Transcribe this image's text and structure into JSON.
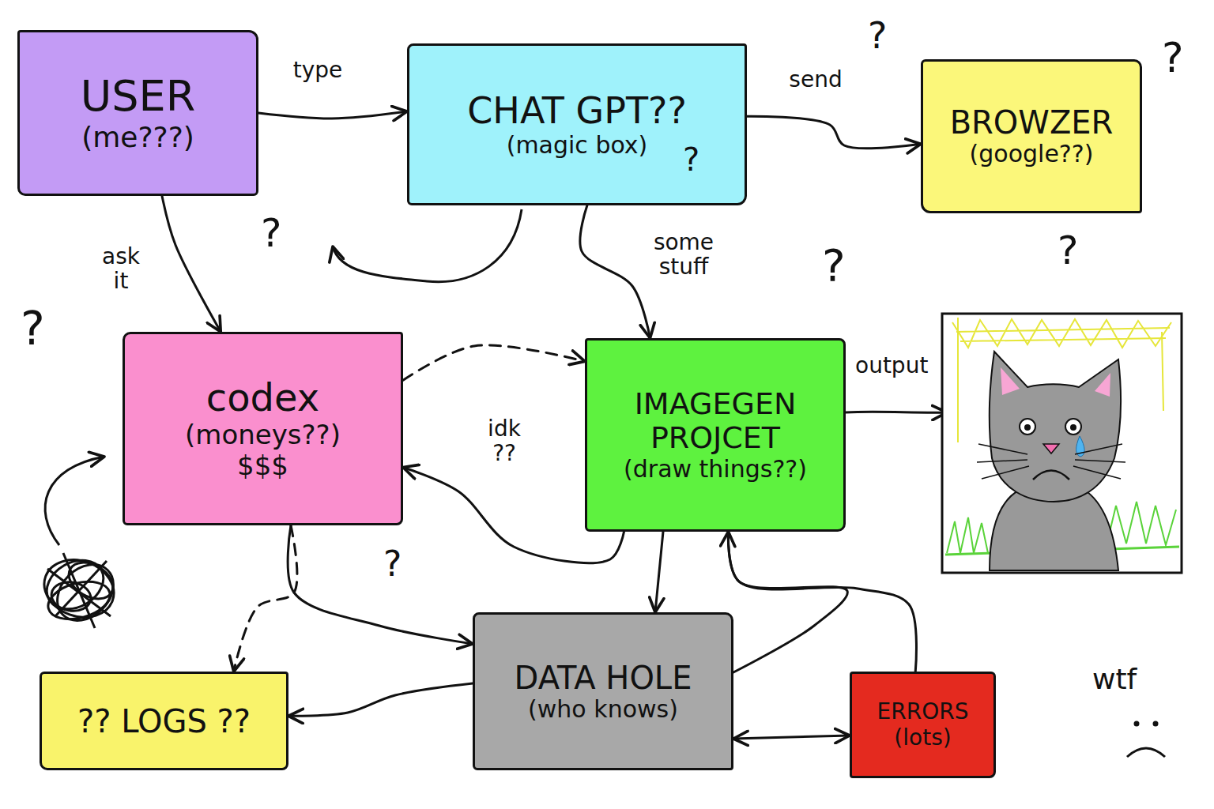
{
  "diagram": {
    "nodes": [
      {
        "text": [
          "USER",
          "(me???)"
        ]
      },
      {
        "text": [
          "CHAT GPT??",
          "(magic box)"
        ]
      },
      {
        "text": [
          "BROWZER",
          "(google??)"
        ]
      },
      {
        "text": [
          "codex",
          "(moneys??)",
          "$$$"
        ]
      },
      {
        "text": [
          "IMAGEGEN PROJCET",
          "(draw things??)"
        ]
      },
      {
        "text": [
          "?? LOGS ??"
        ]
      },
      {
        "text": [
          "DATA HOLE",
          "(who knows)"
        ]
      },
      {
        "text": [
          "ERRORS",
          "(lots)"
        ]
      }
    ],
    "edges": [
      {
        "from": 0,
        "to": 1,
        "label": "type",
        "arrow": "to"
      },
      {
        "from": 1,
        "to": 2,
        "label": "send",
        "arrow": "to"
      },
      {
        "from": 0,
        "to": 3,
        "label": "ask it",
        "arrow": "to"
      },
      {
        "from": 1,
        "to": 4,
        "label": "some stuff",
        "arrow": "to"
      },
      {
        "from": 3,
        "to": 4,
        "arrow": "to"
      },
      {
        "from": 4,
        "to": 3,
        "label": "idk ??",
        "arrow": "to"
      },
      {
        "from": 4,
        "to": 6,
        "arrow": "to"
      },
      {
        "from": 3,
        "to": 6,
        "arrow": "to"
      },
      {
        "from": 3,
        "to": 5,
        "arrow": "to"
      },
      {
        "from": 6,
        "to": 5,
        "arrow": "to"
      },
      {
        "from": 6,
        "to": 7,
        "arrow": "both"
      },
      {
        "from": 7,
        "to": 4,
        "arrow": "to"
      },
      {
        "from": 6,
        "to": 4,
        "arrow": "none"
      }
    ],
    "labels": [
      "?",
      "?",
      "?",
      "?",
      "?",
      "?",
      "?",
      "?",
      "output",
      "wtf"
    ]
  }
}
